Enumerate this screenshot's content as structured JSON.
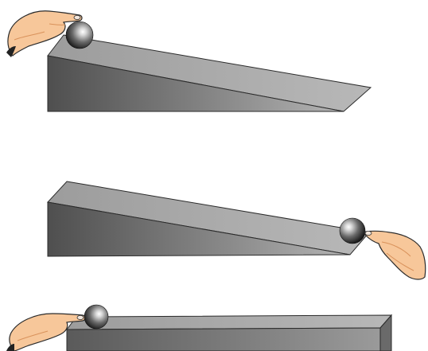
{
  "scenes": [
    {
      "id": "incline-down",
      "ramp": "decreasing-wedge",
      "ball": "left-top",
      "hand": "left"
    },
    {
      "id": "incline-up",
      "ramp": "decreasing-wedge",
      "ball": "right-bottom",
      "hand": "right"
    },
    {
      "id": "flat-surface",
      "ramp": "flat-slab",
      "ball": "left-top",
      "hand": "left"
    }
  ],
  "colors": {
    "ramp_top": "#a3a3a3",
    "ramp_front_dark": "#4f4f4f",
    "ramp_front_light": "#b0b0b0",
    "ramp_side": "#6a6a6a",
    "outline": "#2b2b2b",
    "skin": "#f7c79a",
    "skin_shadow": "#d9925b",
    "nail": "#f2e6dc",
    "ball_dark": "#1a1a1a",
    "ball_light": "#ffffff"
  },
  "icons": {
    "ball": "sphere-icon",
    "hand": "pointing-hand-icon"
  }
}
